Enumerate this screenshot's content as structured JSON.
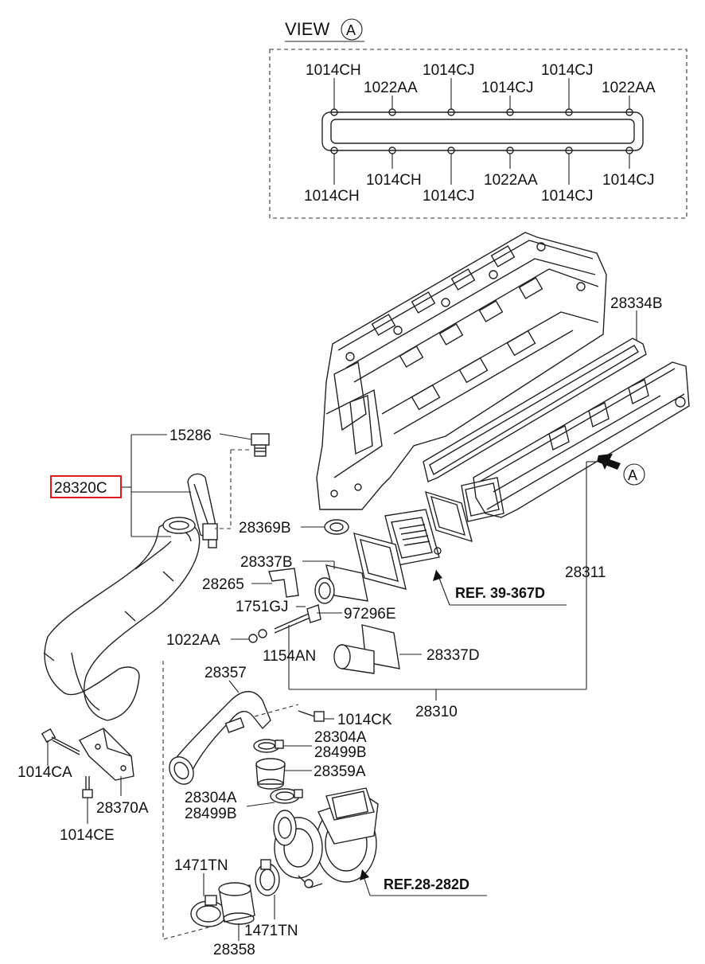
{
  "view_box": {
    "title": "VIEW",
    "marker": "A",
    "top_labels": [
      "1014CH",
      "1022AA",
      "1014CJ",
      "1014CJ",
      "1014CJ",
      "1022AA"
    ],
    "bottom_labels": [
      "1014CH",
      "1014CH",
      "1014CJ",
      "1022AA",
      "1014CJ",
      "1014CJ"
    ]
  },
  "view_arrow_marker": "A",
  "parts": {
    "p28334B": "28334B",
    "p15286": "15286",
    "p28320C": "28320C",
    "p28369B": "28369B",
    "p28337B": "28337B",
    "p28265": "28265",
    "p1751GJ": "1751GJ",
    "p97296E": "97296E",
    "p1022AA": "1022AA",
    "p1154AN": "1154AN",
    "p28337D": "28337D",
    "p28311": "28311",
    "p28357": "28357",
    "p1014CK": "1014CK",
    "p28310": "28310",
    "p28304A_1": "28304A",
    "p28499B_1": "28499B",
    "p28359A": "28359A",
    "p28304A_2": "28304A",
    "p28499B_2": "28499B",
    "p1014CA": "1014CA",
    "p28370A": "28370A",
    "p1014CE": "1014CE",
    "p1471TN_1": "1471TN",
    "p1471TN_2": "1471TN",
    "p28358": "28358"
  },
  "refs": {
    "ref_39_367D": "REF. 39-367D",
    "ref_28_282D": "REF.28-282D"
  },
  "highlight_color": "#e0191f"
}
